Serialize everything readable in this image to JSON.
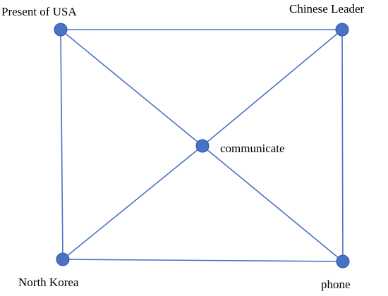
{
  "diagram": {
    "nodes": [
      {
        "id": "usa",
        "label": "Present of USA"
      },
      {
        "id": "china",
        "label": "Chinese Leader"
      },
      {
        "id": "communicate",
        "label": "communicate"
      },
      {
        "id": "nkorea",
        "label": "North Korea"
      },
      {
        "id": "phone",
        "label": "phone"
      }
    ],
    "edges": [
      {
        "from": "usa",
        "to": "china"
      },
      {
        "from": "usa",
        "to": "nkorea"
      },
      {
        "from": "usa",
        "to": "communicate"
      },
      {
        "from": "china",
        "to": "communicate"
      },
      {
        "from": "china",
        "to": "phone"
      },
      {
        "from": "nkorea",
        "to": "communicate"
      },
      {
        "from": "nkorea",
        "to": "phone"
      },
      {
        "from": "communicate",
        "to": "phone"
      }
    ],
    "colors": {
      "node": "#4a72c4",
      "edge": "#4a72c4"
    }
  }
}
